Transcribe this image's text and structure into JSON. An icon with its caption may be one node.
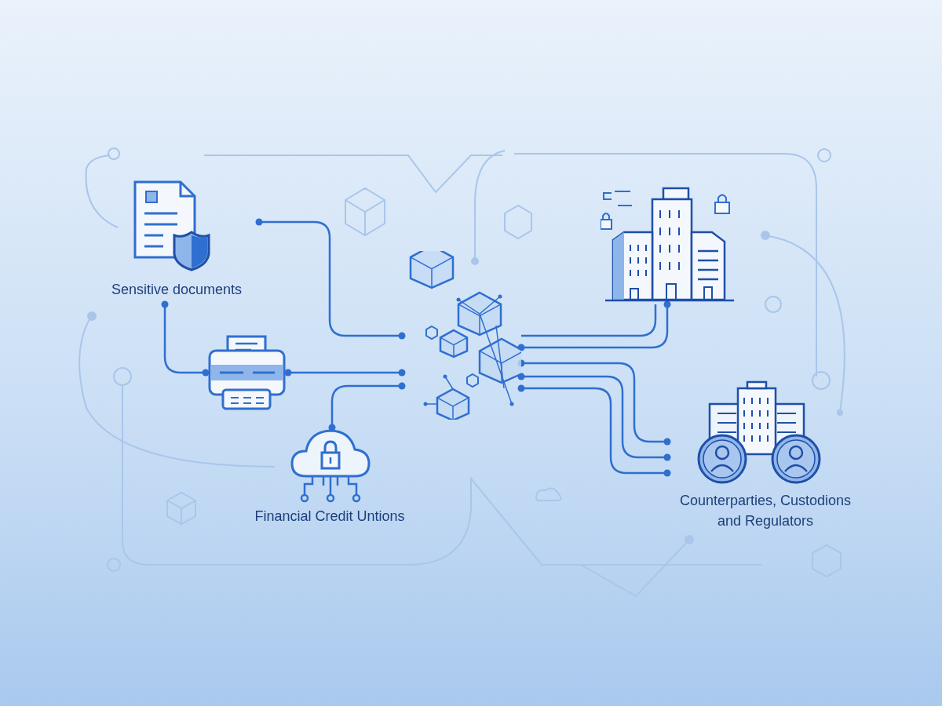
{
  "diagram": {
    "nodes": [
      {
        "text": [
          "Sensitive documents"
        ]
      },
      {
        "text": [],
        "shape": "picture"
      },
      {
        "text": [
          "Financial Credit Untions"
        ]
      },
      {
        "text": [],
        "shape": "picture"
      },
      {
        "text": [],
        "shape": "picture"
      },
      {
        "text": [
          "Counterparties, Custodions and Regulators"
        ]
      }
    ],
    "edges": [
      {
        "from": 0,
        "to": 3,
        "arrow": "other"
      },
      {
        "from": 0,
        "to": 1,
        "arrow": "other"
      },
      {
        "from": 1,
        "to": 3,
        "arrow": "other"
      },
      {
        "from": 2,
        "to": 3,
        "arrow": "other"
      },
      {
        "from": 3,
        "to": 4,
        "arrow": "none"
      },
      {
        "from": 3,
        "to": 4,
        "arrow": "other"
      },
      {
        "from": 3,
        "to": 5,
        "arrow": "other"
      },
      {
        "from": 3,
        "to": 5,
        "arrow": "other"
      },
      {
        "from": 3,
        "to": 5,
        "arrow": "other"
      }
    ]
  }
}
